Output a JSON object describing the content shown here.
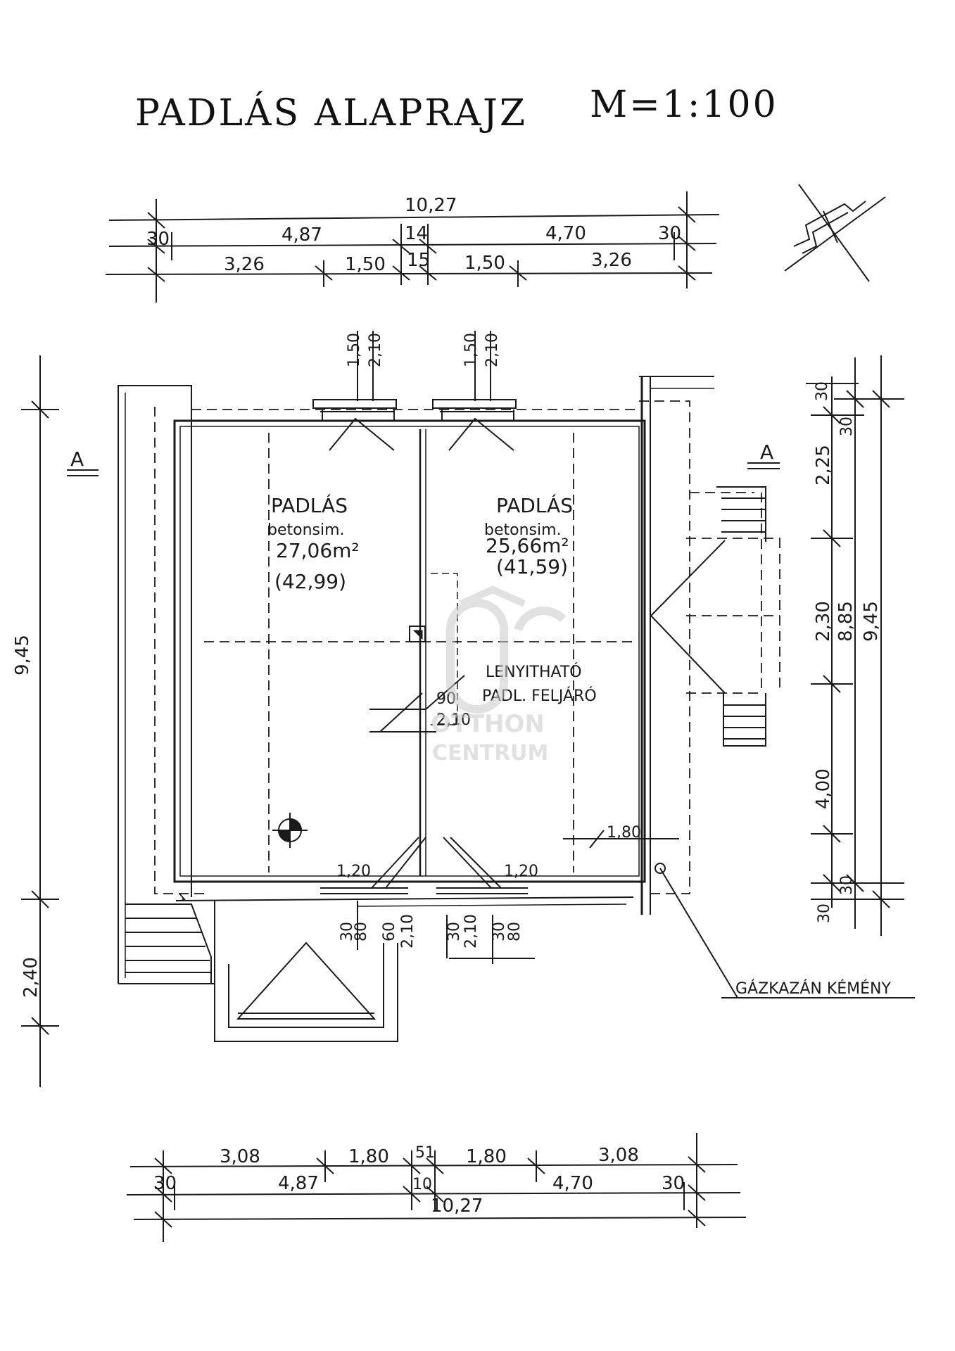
{
  "title": {
    "name": "PADLÁS ALAPRAJZ",
    "scale": "M=1:100"
  },
  "top_dims": {
    "total": "10,27",
    "row2": [
      "30",
      "4,87",
      "14",
      "4,70",
      "30"
    ],
    "row3": [
      "3,26",
      "1,50",
      "15",
      "1,50",
      "3,26"
    ]
  },
  "bottom_dims": {
    "row1": [
      "3,08",
      "1,80",
      "51",
      "1,80",
      "3,08"
    ],
    "row2": [
      "30",
      "4,87",
      "10",
      "4,70",
      "30"
    ],
    "total": "10,27"
  },
  "left_dims": [
    "9,45",
    "2,40"
  ],
  "right_dims": [
    "30",
    "30",
    "2,25",
    "2,30",
    "8,85",
    "9,45",
    "4,00",
    "30",
    "30"
  ],
  "windows_top": [
    {
      "a": "1,50",
      "b": "2,10"
    },
    {
      "a": "1,50",
      "b": "2,10"
    }
  ],
  "rooms": [
    {
      "name": "PADLÁS",
      "floor": "betonsim.",
      "area": "27,06m²",
      "total": "(42,99)"
    },
    {
      "name": "PADLÁS",
      "floor": "betonsim.",
      "area": "25,66m²",
      "total": "(41,59)"
    }
  ],
  "hatch": {
    "line1": "LENYITHATÓ",
    "line2": "PADL. FELJÁRÓ",
    "w": "90",
    "h": "2,10"
  },
  "section_marks": [
    "A",
    "A"
  ],
  "misc": {
    "door_dim": "1,80",
    "openings_bottom": [
      "1,20",
      "1,20"
    ],
    "sill_dims": [
      "30",
      "80",
      "60",
      "2,10",
      "30",
      "2,10",
      "30",
      "80"
    ]
  },
  "chimney_label": "GÁZKAZÁN KÉMÉNY",
  "watermark": {
    "line1": "OTTHON",
    "line2": "CENTRUM"
  }
}
